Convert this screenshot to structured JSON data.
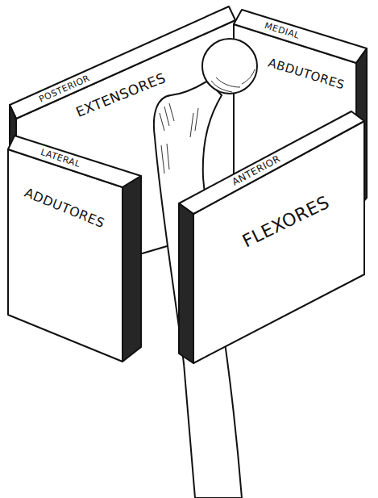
{
  "diagram": {
    "nodes": [
      {
        "text": [
          "POSTERIOR",
          "EXTENSORES"
        ]
      },
      {
        "text": [
          "MEDIAL",
          "ABDUTORES"
        ]
      },
      {
        "text": [
          "LATERAL",
          "ADDUTORES"
        ]
      },
      {
        "text": [
          "ANTERIOR",
          "FLEXORES"
        ]
      }
    ]
  }
}
